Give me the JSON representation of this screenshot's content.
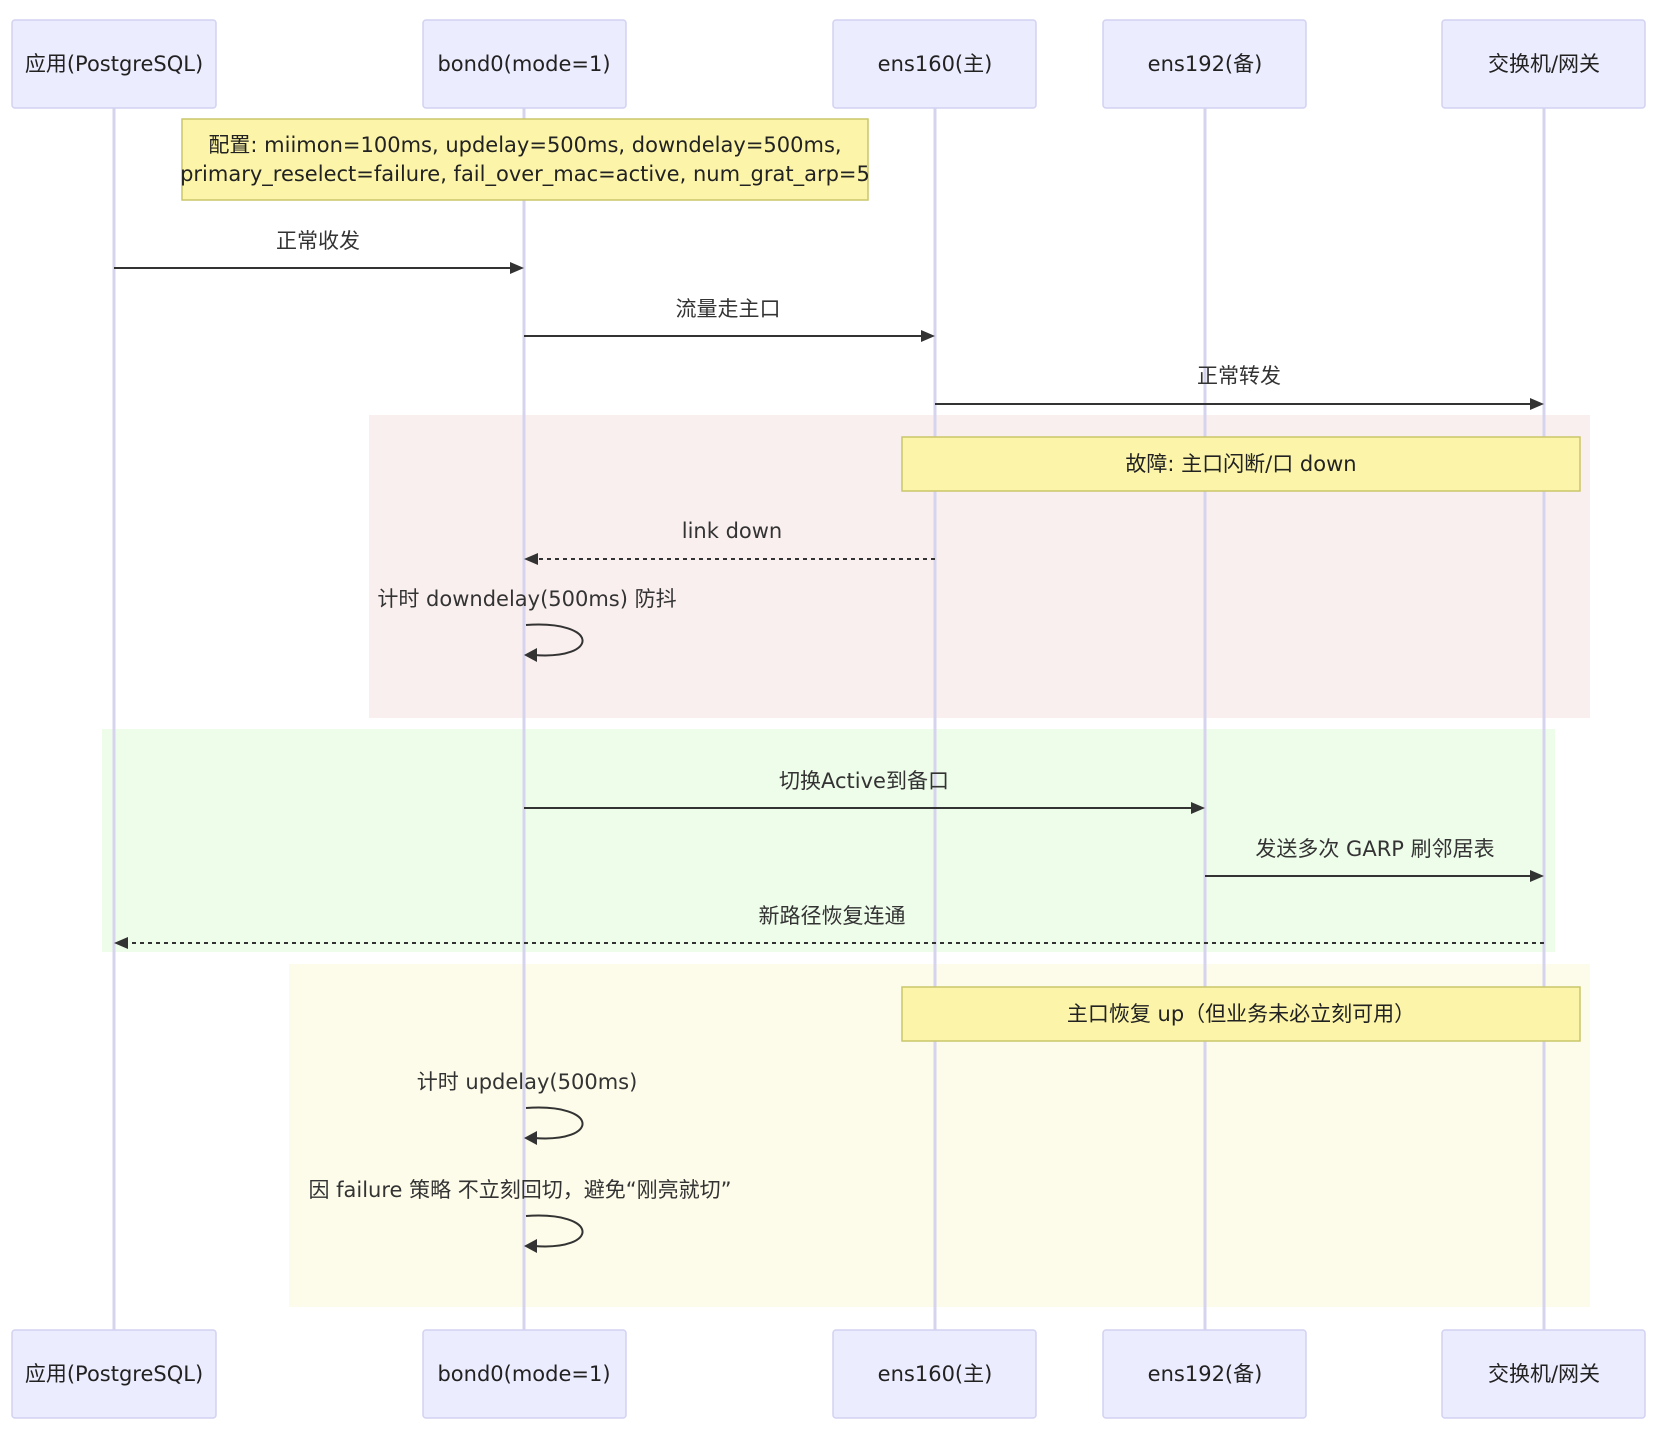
{
  "colors": {
    "actor_fill": "#ECECFF",
    "actor_stroke": "#D2D2F2",
    "lifeline": "#D6D3EE",
    "note_fill": "#FCF5A9",
    "note_stroke": "#C9C66A",
    "arrow": "#333333",
    "rect_fault": "#FAEFEF",
    "rect_switch": "#EEFCEA",
    "rect_recover": "#FDFBE9"
  },
  "participants": [
    {
      "id": "app",
      "label": "应用(PostgreSQL)"
    },
    {
      "id": "bond",
      "label": "bond0(mode=1)"
    },
    {
      "id": "ens160",
      "label": "ens160(主)"
    },
    {
      "id": "ens192",
      "label": "ens192(备)"
    },
    {
      "id": "sw",
      "label": "交换机/网关"
    }
  ],
  "config_note": {
    "lines": [
      "配置: miimon=100ms, updelay=500ms, downdelay=500ms,",
      "primary_reselect=failure, fail_over_mac=active, num_grat_arp=5"
    ]
  },
  "messages": [
    {
      "id": "m1",
      "from": "app",
      "to": "bond",
      "label": "正常收发",
      "style": "solid"
    },
    {
      "id": "m2",
      "from": "bond",
      "to": "ens160",
      "label": "流量走主口",
      "style": "solid"
    },
    {
      "id": "m3",
      "from": "ens160",
      "to": "sw",
      "label": "正常转发",
      "style": "solid"
    },
    {
      "id": "m4",
      "from": "ens160",
      "to": "bond",
      "label": "link down",
      "style": "dashed"
    },
    {
      "id": "m5",
      "from": "bond",
      "to": "bond",
      "label": "计时 downdelay(500ms) 防抖",
      "style": "self"
    },
    {
      "id": "m6",
      "from": "bond",
      "to": "ens192",
      "label": "切换Active到备口",
      "style": "solid"
    },
    {
      "id": "m7",
      "from": "ens192",
      "to": "sw",
      "label": "发送多次 GARP 刷邻居表",
      "style": "solid"
    },
    {
      "id": "m8",
      "from": "sw",
      "to": "app",
      "label": "新路径恢复连通",
      "style": "dashed"
    },
    {
      "id": "m9",
      "from": "bond",
      "to": "bond",
      "label": "计时 updelay(500ms)",
      "style": "self"
    },
    {
      "id": "m10",
      "from": "bond",
      "to": "bond",
      "label": "因 failure 策略 不立刻回切，避免“刚亮就切”",
      "style": "self"
    }
  ],
  "fault_note": {
    "label": "故障: 主口闪断/口 down"
  },
  "recover_note": {
    "label": "主口恢复 up（但业务未必立刻可用）"
  }
}
